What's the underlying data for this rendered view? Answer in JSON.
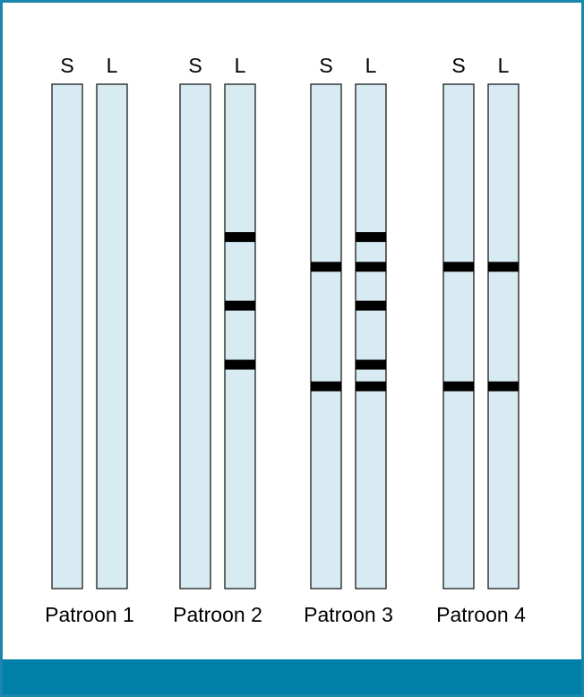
{
  "colors": {
    "frame_border": "#1a86ad",
    "footer_bar": "#0080a8",
    "strip_fill": "#d8ebf3",
    "band": "#000000"
  },
  "patterns": [
    {
      "label": "Patroon 1",
      "lanes": [
        {
          "label": "S",
          "bands": []
        },
        {
          "label": "L",
          "bands": []
        }
      ]
    },
    {
      "label": "Patroon 2",
      "lanes": [
        {
          "label": "S",
          "bands": []
        },
        {
          "label": "L",
          "bands": [
            0.303,
            0.439,
            0.556
          ]
        }
      ]
    },
    {
      "label": "Patroon 3",
      "lanes": [
        {
          "label": "S",
          "bands": [
            0.362,
            0.599
          ]
        },
        {
          "label": "L",
          "bands": [
            0.303,
            0.362,
            0.439,
            0.556,
            0.599
          ]
        }
      ]
    },
    {
      "label": "Patroon 4",
      "lanes": [
        {
          "label": "S",
          "bands": [
            0.362,
            0.599
          ]
        },
        {
          "label": "L",
          "bands": [
            0.362,
            0.599
          ]
        }
      ]
    }
  ]
}
